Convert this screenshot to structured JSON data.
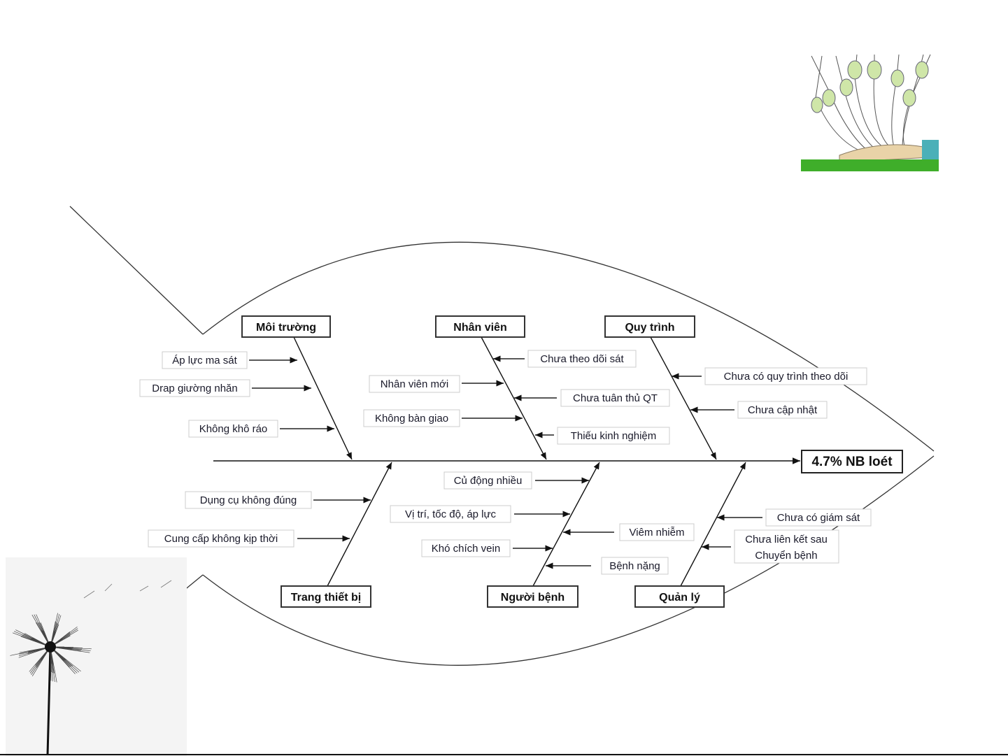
{
  "effect": "4.7% NB loét",
  "categories": {
    "moi_truong": "Môi trường",
    "nhan_vien": "Nhân viên",
    "quy_trinh": "Quy trình",
    "trang_thiet_bi": "Trang thiết bị",
    "nguoi_benh": "Người bệnh",
    "quan_ly": "Quản lý"
  },
  "causes": {
    "moi_truong": [
      "Áp lực ma sát",
      "Drap giường nhăn",
      "Không khô ráo"
    ],
    "nhan_vien": [
      "Chưa theo dõi sát",
      "Nhân viên mới",
      "Chưa tuân thủ QT",
      "Không bàn giao",
      "Thiếu kinh nghiệm"
    ],
    "quy_trinh": [
      "Chưa có quy trình theo dõi",
      "Chưa cập nhật"
    ],
    "trang_thiet_bi": [
      "Dụng cụ không đúng",
      "Cung cấp không kịp thời"
    ],
    "nguoi_benh": [
      "Củ động nhiều",
      "Vị trí, tốc độ, áp lực",
      "Viêm nhiễm",
      "Khó chích vein",
      "Bệnh nặng"
    ],
    "quan_ly": [
      "Chưa có giám sát",
      "Chưa liên kết sau",
      "Chuyển bệnh"
    ]
  },
  "colors": {
    "line": "#222222",
    "grass": "#3fae2a",
    "fluid": "#b9d98a"
  }
}
